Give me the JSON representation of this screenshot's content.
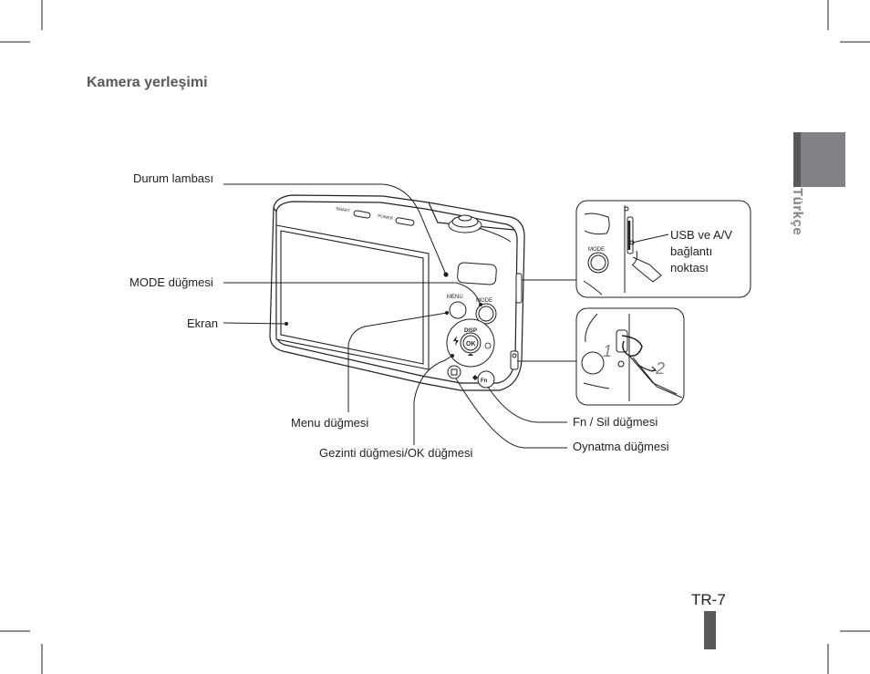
{
  "section_title": "Kamera yerleşimi",
  "language_tab": "Türkçe",
  "page_number": "TR-7",
  "callouts": {
    "status_lamp": "Durum lambası",
    "mode_button": "MODE düğmesi",
    "screen": "Ekran",
    "menu_button": "Menu düğmesi",
    "nav_ok_button": "Gezinti düğmesi/OK düğmesi",
    "fn_delete_button": "Fn / Sil düğmesi",
    "playback_button": "Oynatma düğmesi"
  },
  "usb_port_label": [
    "USB ve A/V",
    "bağlantı",
    "noktası"
  ],
  "camera_markings": {
    "smart": "SMART",
    "power": "POWER",
    "menu": "MENU",
    "mode": "MODE",
    "disp": "DISP",
    "ok": "OK",
    "fn": "Fn"
  },
  "strap_steps": [
    "1",
    "2"
  ]
}
